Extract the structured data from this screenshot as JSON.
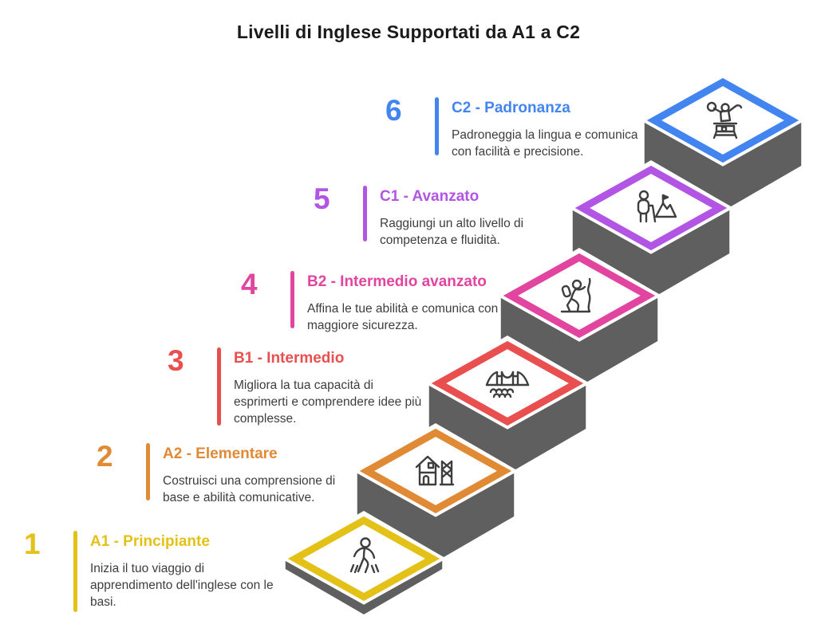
{
  "title": "Livelli di Inglese Supportati da A1 a C2",
  "colors": {
    "step_gray": "#5f5f5f",
    "icon_line": "#3e3e3e",
    "title_text": "#1a1a1a",
    "body_text": "#3d3d3d",
    "background": "#ffffff"
  },
  "steps": [
    {
      "number": "1",
      "level": "A1",
      "title": "A1 - Principiante",
      "description": "Inizia il tuo viaggio di\napprendimento dell'inglese con le\nbasi.",
      "color": "#e4c117",
      "icon": "walking-person"
    },
    {
      "number": "2",
      "level": "A2",
      "title": "A2 - Elementare",
      "description": "Costruisci una comprensione di\nbase e abilità comunicative.",
      "color": "#e08a35",
      "icon": "house-under-construction"
    },
    {
      "number": "3",
      "level": "B1",
      "title": "B1 - Intermedio",
      "description": "Migliora la tua capacità di\nesprimerti e comprendere idee più\ncomplesse.",
      "color": "#ea4f4f",
      "icon": "suspension-bridge"
    },
    {
      "number": "4",
      "level": "B2",
      "title": "B2 - Intermedio avanzato",
      "description": "Affina le tue abilità e comunica con\nmaggiore sicurezza.",
      "color": "#e2459f",
      "icon": "hiker-climbing"
    },
    {
      "number": "5",
      "level": "C1",
      "title": "C1 - Avanzato",
      "description": "Raggiungi un alto livello di\ncompetenza e fluidità.",
      "color": "#b254e4",
      "icon": "trekker-and-mountain"
    },
    {
      "number": "6",
      "level": "C2",
      "title": "C2 - Padronanza",
      "description": "Padroneggia la lingua e comunica\ncon facilità e precisione.",
      "color": "#4285f0",
      "icon": "winner-on-podium"
    }
  ]
}
